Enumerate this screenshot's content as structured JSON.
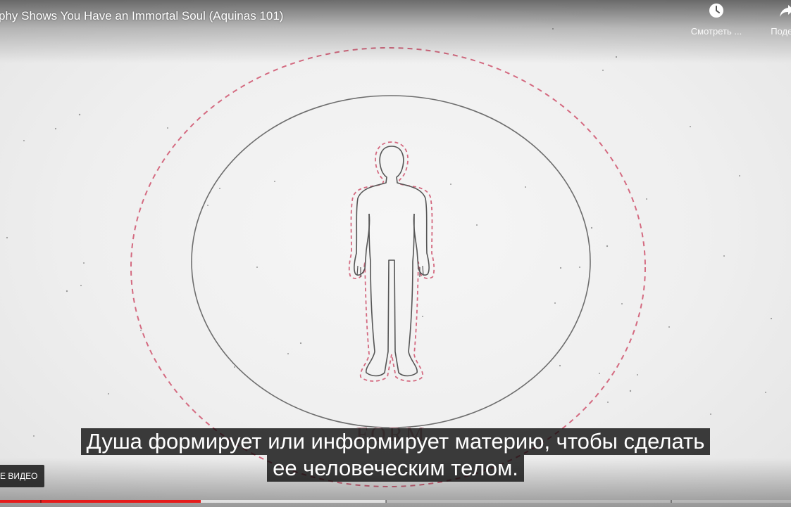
{
  "video": {
    "title": "phy Shows You Have an Immortal Soul (Aquinas 101)"
  },
  "top_actions": {
    "watch_later_label": "Смотреть ...",
    "watch_later_icon": "clock-icon",
    "share_label": "Подели",
    "share_icon": "share-arrow-icon"
  },
  "scene": {
    "illustration": "human-figure-in-circles",
    "outer_circle_color": "#d46a80",
    "inner_circle_color": "#6e6e6e",
    "figure_outline_color": "#555555",
    "figure_dashed_color": "#d46a80",
    "hidden_word": "FORM"
  },
  "subtitles": {
    "line1": "Душа формирует или информирует материю, чтобы сделать",
    "line2": "ее человеческим телом."
  },
  "more_videos": {
    "label": "Е ВИДЕО"
  },
  "progress": {
    "played_fraction": 0.254,
    "buffered_fraction": 0.488,
    "accent_color": "#e51c1c"
  }
}
